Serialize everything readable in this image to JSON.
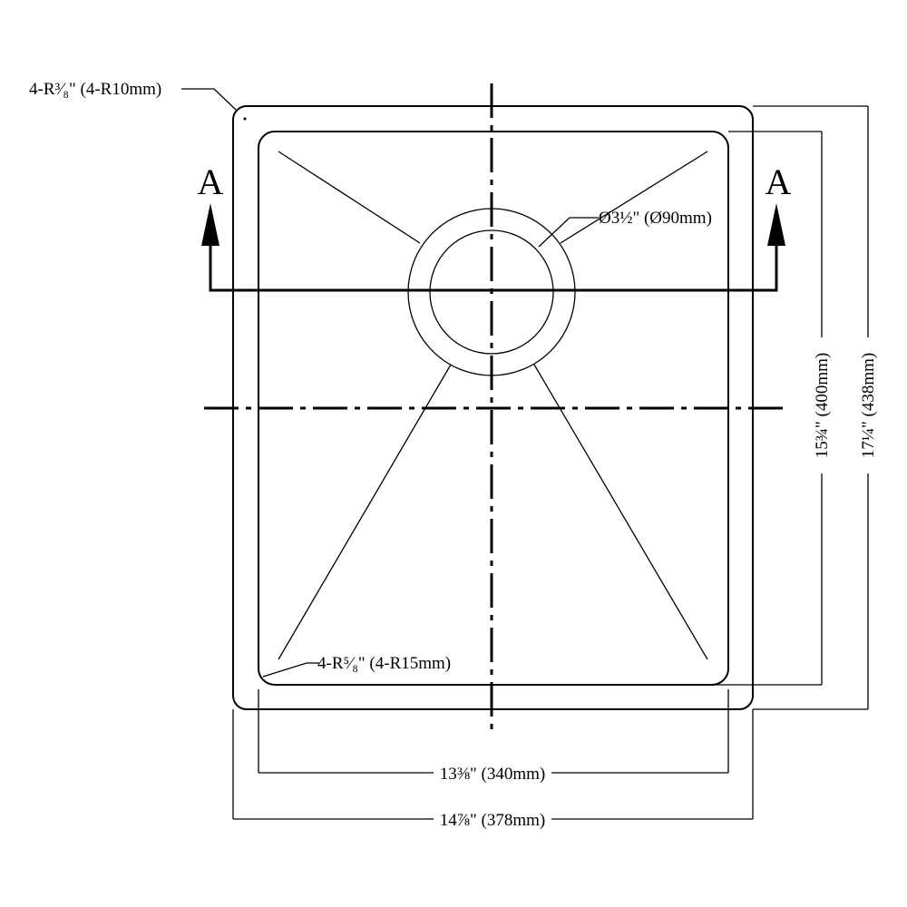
{
  "drawing": {
    "section_label_left": "A",
    "section_label_right": "A",
    "outer_corner_radius": "4-R³⁄₈\" (4-R10mm)",
    "inner_corner_radius": "4-R⁵⁄₈\" (4-R15mm)",
    "drain_diameter": "Ø3½\" (Ø90mm)",
    "inner_height": "15¾\" (400mm)",
    "outer_height": "17¼\" (438mm)",
    "inner_width": "13⅜\" (340mm)",
    "outer_width": "14⅞\" (378mm)"
  }
}
